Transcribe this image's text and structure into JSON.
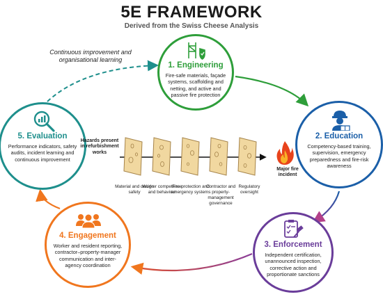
{
  "header": {
    "title": "5E FRAMEWORK",
    "subtitle": "Derived from the Swiss Cheese Analysis"
  },
  "loop_note": "Continuous improvement and organisational learning",
  "stages": [
    {
      "id": "engineering",
      "title": "1. Engineering",
      "body": "Fire-safe materials, façade systems, scaffolding and netting, and active and passive fire protection",
      "color": "#2e9e3a",
      "icon": "scaffold-shield-icon"
    },
    {
      "id": "education",
      "title": "2. Education",
      "body": "Competency-based training, supervision, emergency preparedness and fire-risk awareness",
      "color": "#1b5fa8",
      "icon": "worker-book-icon"
    },
    {
      "id": "enforcement",
      "title": "3. Enforcement",
      "body": "Independent certification, unannounced inspection, corrective action and proportionate sanctions",
      "color": "#6a3d9a",
      "icon": "clipboard-gavel-icon"
    },
    {
      "id": "engagement",
      "title": "4. Engagement",
      "body": "Worker and resident reporting, contractor–property-manager communication and inter-agency coordination",
      "color": "#f0761e",
      "icon": "people-group-icon"
    },
    {
      "id": "evaluation",
      "title": "5. Evaluation",
      "body": "Performance indicators, safety audits, incident learning and continuous improvement",
      "color": "#1e8f8c",
      "icon": "magnifier-chart-icon"
    }
  ],
  "swiss_cheese": {
    "start_label": "Hazards present in refurbishment works",
    "end_label": "Major fire incident",
    "slices": [
      "Material and design safety",
      "Worker competence and behaviour",
      "Fire-protection and emergency systems",
      "Contractor and property-management governance",
      "Regulatory oversight"
    ],
    "slice_color": "#f1d8a0",
    "slice_outline": "#a5834a",
    "flame_color": "#e8431c"
  }
}
